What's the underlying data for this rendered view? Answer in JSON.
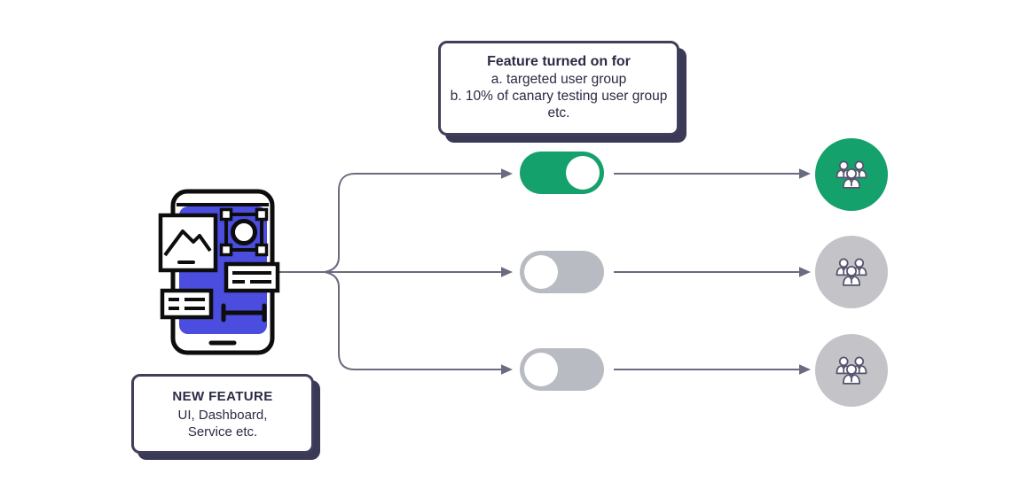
{
  "diagram": {
    "callout": {
      "title": "Feature turned on for",
      "line_a": "a. targeted user group",
      "line_b": "b. 10% of canary testing user group etc."
    },
    "new_feature": {
      "title": "NEW FEATURE",
      "line_1": "UI, Dashboard,",
      "line_2": "Service etc."
    },
    "rows": [
      {
        "id": 1,
        "toggle_state": "on",
        "user_group_state": "active"
      },
      {
        "id": 2,
        "toggle_state": "off",
        "user_group_state": "inactive"
      },
      {
        "id": 3,
        "toggle_state": "off",
        "user_group_state": "inactive"
      }
    ],
    "colors": {
      "toggle_on_green": "#15a16c",
      "toggle_off_gray": "#b9bbc3",
      "group_active_green": "#15a16c",
      "group_inactive_gray": "#c4c3c7",
      "phone_screen_blue": "#4a4dde",
      "connector_gray": "#6b6b80",
      "box_border_navy": "#3f3f5c",
      "box_shadow_navy": "#3a3a57",
      "text_navy": "#2b2b45",
      "people_outline": "#55546e"
    }
  }
}
